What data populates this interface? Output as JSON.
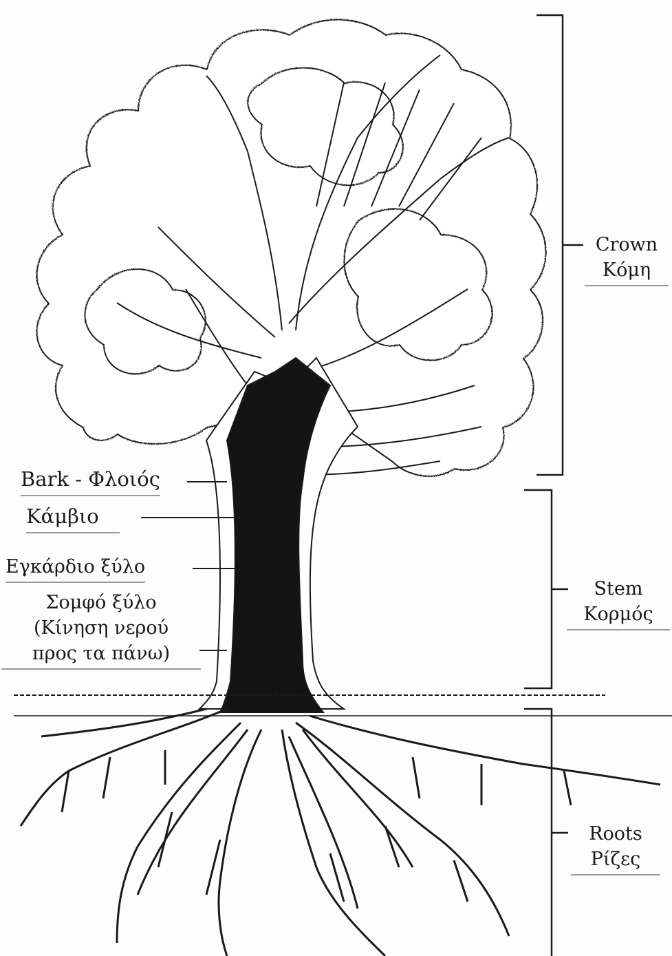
{
  "left_labels": {
    "bark": "Bark - Φλοιός",
    "cambium": "Κάμβιο",
    "heartwood": "Εγκάρδιο ξύλο",
    "sapwood_line1": "Σομφό ξύλο",
    "sapwood_line2": "(Κίνηση νερού",
    "sapwood_line3": "προς τα πάνω)"
  },
  "right_labels": {
    "crown_en": "Crown",
    "crown_gr": "Κόμη",
    "stem_en": "Stem",
    "stem_gr": "Κορμός",
    "roots_en": "Roots",
    "roots_gr": "Ρίζες"
  },
  "colors": {
    "ink": "#1a1a1a",
    "heartwood_fill": "#141414",
    "background": "#fdfdfd",
    "underline": "#9a9a9a"
  }
}
